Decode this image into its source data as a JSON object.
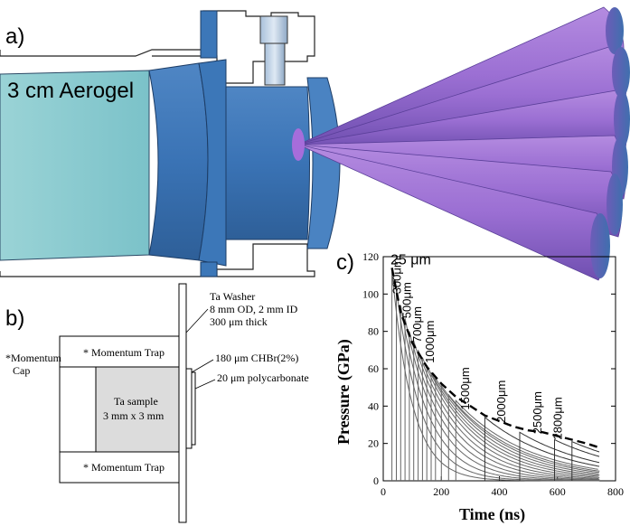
{
  "panel_a": {
    "label": "a)",
    "aerogel_label": "3 cm Aerogel"
  },
  "panel_b": {
    "label": "b)",
    "momentum_trap_top": "* Momentum Trap",
    "momentum_trap_bottom": "* Momentum Trap",
    "momentum_cap_line1": "*Momentum",
    "momentum_cap_line2": "Cap",
    "sample_line1": "Ta sample",
    "sample_line2": "3 mm x 3 mm",
    "washer_line1": "Ta Washer",
    "washer_line2": "8 mm OD, 2 mm ID",
    "washer_line3": "300 μm thick",
    "chbr_label": "180 μm CHBr(2%)",
    "polycarbonate_label": "20 μm polycarbonate"
  },
  "panel_c": {
    "label": "c)"
  },
  "chart_data": {
    "type": "line",
    "xlabel": "Time (ns)",
    "ylabel": "Pressure (GPa)",
    "xlim": [
      0,
      800
    ],
    "ylim": [
      0,
      120
    ],
    "xticks": [
      "0",
      "200",
      "400",
      "600",
      "800"
    ],
    "yticks": [
      "0",
      "20",
      "40",
      "60",
      "80",
      "100",
      "120"
    ],
    "curve_labels": [
      "25 μm",
      "300μm",
      "500μm",
      "700μm",
      "1000μm",
      "1500μm",
      "2000μm",
      "2500μm",
      "2800μm"
    ],
    "curves": [
      {
        "t0": 30,
        "peak": 112
      },
      {
        "t0": 45,
        "peak": 103
      },
      {
        "t0": 60,
        "peak": 94
      },
      {
        "t0": 75,
        "peak": 87
      },
      {
        "t0": 90,
        "peak": 80
      },
      {
        "t0": 105,
        "peak": 75
      },
      {
        "t0": 120,
        "peak": 70
      },
      {
        "t0": 135,
        "peak": 66
      },
      {
        "t0": 150,
        "peak": 62
      },
      {
        "t0": 165,
        "peak": 58
      },
      {
        "t0": 180,
        "peak": 55
      },
      {
        "t0": 200,
        "peak": 51
      },
      {
        "t0": 225,
        "peak": 46
      },
      {
        "t0": 250,
        "peak": 43
      },
      {
        "t0": 350,
        "peak": 34
      },
      {
        "t0": 470,
        "peak": 26
      },
      {
        "t0": 590,
        "peak": 22
      },
      {
        "t0": 650,
        "peak": 21
      }
    ],
    "envelope": {
      "x": [
        30,
        60,
        100,
        150,
        200,
        250,
        300,
        350,
        400,
        450,
        500,
        550,
        600,
        650,
        700,
        740
      ],
      "y": [
        114,
        90,
        74,
        61,
        52,
        45,
        40,
        35,
        32,
        29,
        27,
        26,
        24,
        22,
        20,
        18
      ]
    }
  }
}
